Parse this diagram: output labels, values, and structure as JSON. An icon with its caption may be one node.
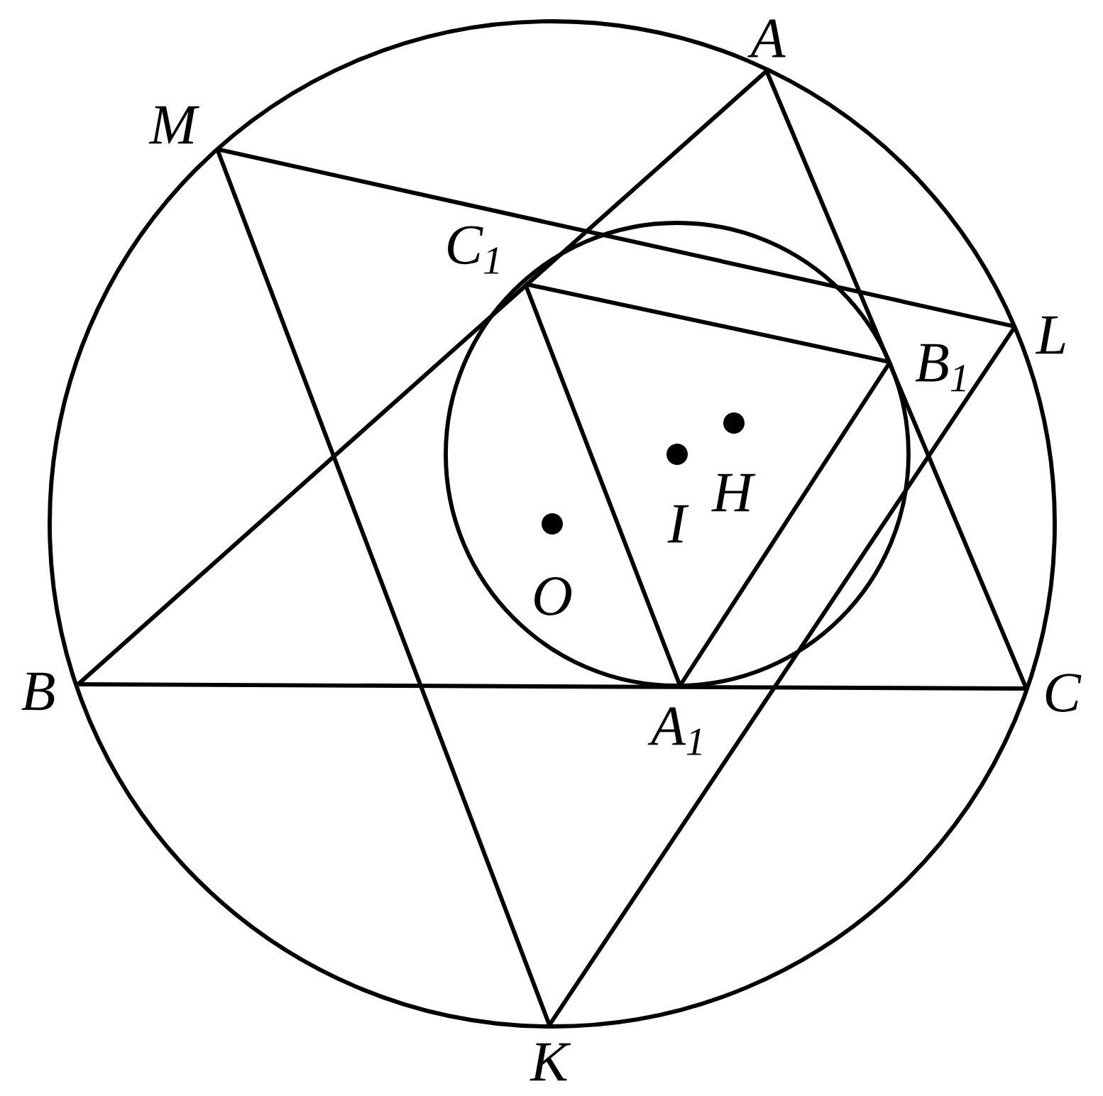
{
  "diagram": {
    "nodes": [
      {
        "text": [
          "A"
        ]
      },
      {
        "text": [
          "M"
        ]
      },
      {
        "text": [
          "C$_{1}$"
        ]
      },
      {
        "text": [
          "L"
        ]
      },
      {
        "text": [
          "B$_{1}$"
        ]
      },
      {
        "text": [
          "H"
        ]
      },
      {
        "text": [
          "I"
        ]
      },
      {
        "text": [
          "O"
        ]
      },
      {
        "text": [
          "B"
        ]
      },
      {
        "text": [
          "C"
        ]
      },
      {
        "text": [
          "A$_{1}$"
        ]
      },
      {
        "text": [
          "K"
        ]
      }
    ],
    "edges": [
      {
        "from": 0,
        "to": 8,
        "arrow": "none"
      },
      {
        "from": 0,
        "to": 9,
        "arrow": "none"
      },
      {
        "from": 8,
        "to": 9,
        "arrow": "none"
      },
      {
        "from": 1,
        "to": 3,
        "arrow": "none"
      },
      {
        "from": 3,
        "to": 11,
        "arrow": "none"
      },
      {
        "from": 11,
        "to": 1,
        "arrow": "none"
      },
      {
        "from": 2,
        "to": 4,
        "arrow": "none"
      },
      {
        "from": 4,
        "to": 10,
        "arrow": "none"
      },
      {
        "from": 10,
        "to": 2,
        "arrow": "none"
      }
    ]
  }
}
